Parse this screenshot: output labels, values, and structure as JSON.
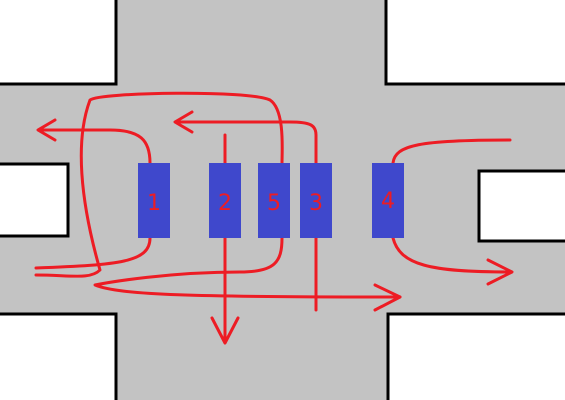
{
  "colors": {
    "road": "#c3c3c3",
    "outline": "#000000",
    "block_fill": "#ffffff",
    "marker": "#3f48cc",
    "path": "#ed1c24",
    "label": "#ed1c24"
  },
  "markers": [
    {
      "label": "1"
    },
    {
      "label": "2"
    },
    {
      "label": "5"
    },
    {
      "label": "3"
    },
    {
      "label": "4"
    }
  ]
}
